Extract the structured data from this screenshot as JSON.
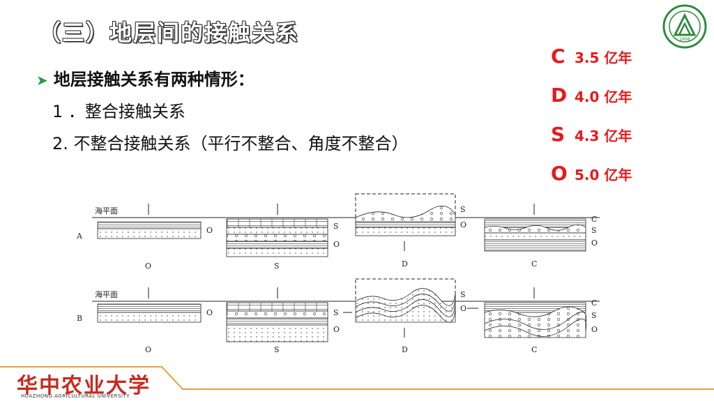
{
  "slide": {
    "title": "（三）地层间的接触关系",
    "bullet": "地层接触关系有两种情形：",
    "items": [
      "1 ．整合接触关系",
      "2. 不整合接触关系（平行不整合、角度不整合）"
    ]
  },
  "ages": [
    {
      "letter": "C",
      "value": "3.5 亿年"
    },
    {
      "letter": "D",
      "value": "4.0 亿年"
    },
    {
      "letter": "S",
      "value": "4.3 亿年"
    },
    {
      "letter": "O",
      "value": "5.0 亿年"
    }
  ],
  "diagram": {
    "sea_level_label": "海平面",
    "row_labels": [
      "A",
      "B"
    ],
    "panel_captions": [
      "O",
      "S",
      "D",
      "C"
    ],
    "layer_label_o": "O",
    "layer_label_s": "S",
    "layer_label_c": "C"
  },
  "footer": {
    "university": "华中农业大学",
    "university_en": "HUAZHONG AGRICULTURAL UNIVERSITY",
    "accent_color": "#e6a23c"
  },
  "logo": {
    "year": "1898"
  }
}
